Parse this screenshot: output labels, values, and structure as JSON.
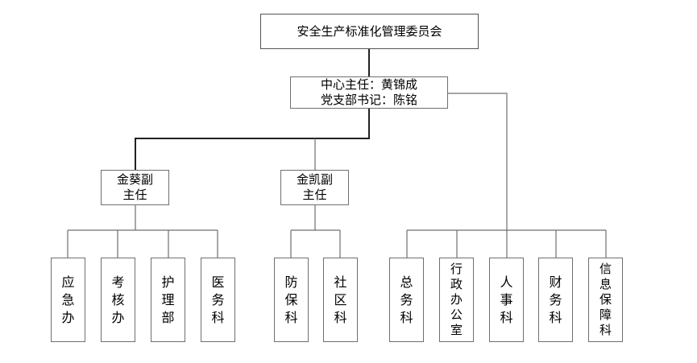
{
  "org": {
    "committee": "安全生产标准化管理委员会",
    "director_line1": "中心主任：黄锦成",
    "director_line2": "党支部书记：陈铭",
    "deputy1": "金葵副\n主任",
    "deputy2": "金凯副\n主任",
    "depts": {
      "yingjiban": "应\n急\n办",
      "kaoheban": "考\n核\n办",
      "hulibu": "护\n理\n部",
      "yiwuke": "医\n务\n科",
      "fangbaoke": "防\n保\n科",
      "shequke": "社\n区\n科",
      "zongwuke": "总\n务\n科",
      "xingzheng": "行\n政\n办\n公\n室",
      "renshike": "人\n事\n科",
      "caiwuke": "财\n务\n科",
      "xinxi": "信\n息\n保\n障\n科"
    }
  }
}
